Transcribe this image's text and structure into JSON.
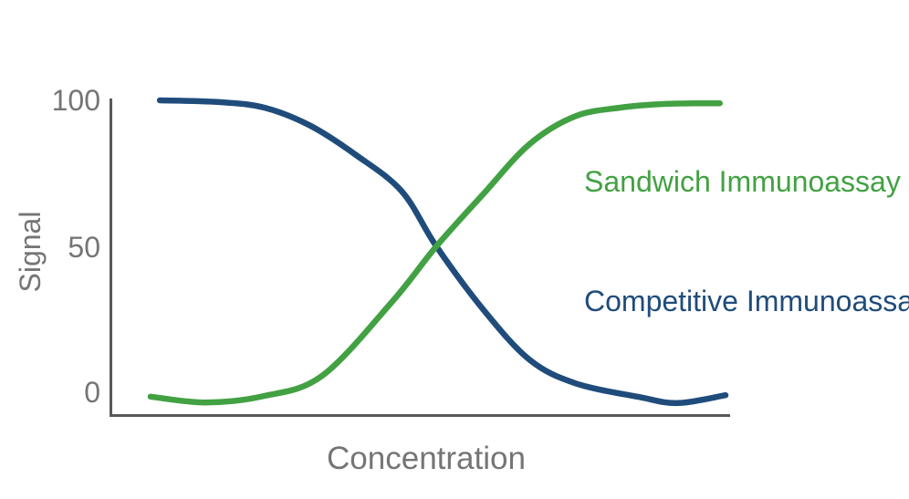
{
  "chart_data": {
    "type": "line",
    "title": "",
    "xlabel": "Concentration",
    "ylabel": "Signal",
    "yticks": [
      0,
      50,
      100
    ],
    "ylim": [
      0,
      100
    ],
    "xlim": [
      0,
      100
    ],
    "x_tick_labels": "none",
    "grid": false,
    "legend_position": "inline-labels-right",
    "series": [
      {
        "name": "Competitive Immunoassay",
        "color": "#1f4c7b",
        "shape": "decreasing-sigmoid",
        "x": [
          1.6,
          11.9,
          19.8,
          27.8,
          35.7,
          43.7,
          49.7,
          58,
          66,
          74,
          84.9,
          91.7,
          100
        ],
        "values": [
          100,
          99.4,
          97.5,
          91.3,
          81.3,
          68.8,
          50,
          28,
          11,
          3,
          -1.6,
          -3.7,
          -1
        ]
      },
      {
        "name": "Sandwich Immunoassay",
        "color": "#42a142",
        "shape": "increasing-sigmoid",
        "x": [
          0,
          9.5,
          19.4,
          29.8,
          42,
          49.7,
          57.9,
          65.9,
          73.8,
          81.7,
          90,
          99
        ],
        "values": [
          -1.5,
          -3.5,
          -1.4,
          5.6,
          31,
          50,
          68,
          85,
          94.5,
          97.5,
          98.8,
          99
        ]
      }
    ]
  },
  "colors": {
    "axis_line": "#595959",
    "tick_text": "#757575",
    "axis_label_text": "#757575"
  }
}
